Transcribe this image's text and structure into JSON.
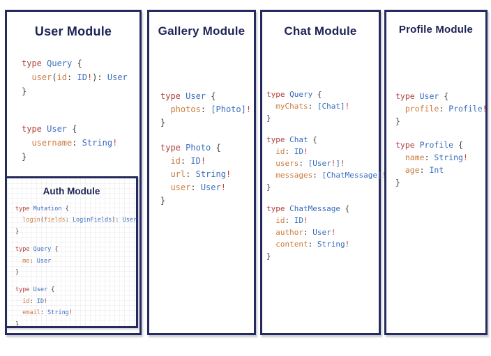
{
  "colors": {
    "background": "#ffffff",
    "border": "#252b5e",
    "title": "#1d2355",
    "keyword": "#b0413c",
    "type": "#3a6dbd",
    "field": "#ce7b3c",
    "punct": "#3d3d3d",
    "bang": "#c2392f"
  },
  "panels": [
    {
      "title": "User Module",
      "blocks": [
        [
          [
            [
              "kw",
              "type "
            ],
            [
              "ty",
              "Query "
            ],
            [
              "pn",
              "{"
            ]
          ],
          [
            [
              "pn",
              "  "
            ],
            [
              "fld",
              "user"
            ],
            [
              "pn",
              "("
            ],
            [
              "fld",
              "id"
            ],
            [
              "pn",
              ": "
            ],
            [
              "ty",
              "ID"
            ],
            [
              "bang",
              "!"
            ],
            [
              "pn",
              "): "
            ],
            [
              "ty",
              "User"
            ]
          ],
          [
            [
              "pn",
              "}"
            ]
          ]
        ],
        [
          [
            [
              "kw",
              "type "
            ],
            [
              "ty",
              "User "
            ],
            [
              "pn",
              "{"
            ]
          ],
          [
            [
              "pn",
              "  "
            ],
            [
              "fld",
              "username"
            ],
            [
              "pn",
              ": "
            ],
            [
              "ty",
              "String"
            ],
            [
              "bang",
              "!"
            ]
          ],
          [
            [
              "pn",
              "}"
            ]
          ]
        ]
      ],
      "nested": {
        "title": "Auth Module",
        "blocks": [
          [
            [
              [
                "kw",
                "type "
              ],
              [
                "ty",
                "Mutation "
              ],
              [
                "pn",
                "{"
              ]
            ],
            [
              [
                "pn",
                "  "
              ],
              [
                "fld",
                "login"
              ],
              [
                "pn",
                "("
              ],
              [
                "fld",
                "fields"
              ],
              [
                "pn",
                ": "
              ],
              [
                "ty",
                "LoginFields"
              ],
              [
                "pn",
                "): "
              ],
              [
                "ty",
                "User"
              ]
            ],
            [
              [
                "pn",
                "}"
              ]
            ]
          ],
          [
            [
              [
                "kw",
                "type "
              ],
              [
                "ty",
                "Query "
              ],
              [
                "pn",
                "{"
              ]
            ],
            [
              [
                "pn",
                "  "
              ],
              [
                "fld",
                "me"
              ],
              [
                "pn",
                ": "
              ],
              [
                "ty",
                "User"
              ]
            ],
            [
              [
                "pn",
                "}"
              ]
            ]
          ],
          [
            [
              [
                "kw",
                "type "
              ],
              [
                "ty",
                "User "
              ],
              [
                "pn",
                "{"
              ]
            ],
            [
              [
                "pn",
                "  "
              ],
              [
                "fld",
                "id"
              ],
              [
                "pn",
                ": "
              ],
              [
                "ty",
                "ID"
              ],
              [
                "bang",
                "!"
              ]
            ],
            [
              [
                "pn",
                "  "
              ],
              [
                "fld",
                "email"
              ],
              [
                "pn",
                ": "
              ],
              [
                "ty",
                "String"
              ],
              [
                "bang",
                "!"
              ]
            ],
            [
              [
                "pn",
                "}"
              ]
            ]
          ]
        ]
      }
    },
    {
      "title": "Gallery Module",
      "blocks": [
        [
          [
            [
              "kw",
              "type "
            ],
            [
              "ty",
              "User "
            ],
            [
              "pn",
              "{"
            ]
          ],
          [
            [
              "pn",
              "  "
            ],
            [
              "fld",
              "photos"
            ],
            [
              "pn",
              ": "
            ],
            [
              "ty",
              "[Photo]"
            ],
            [
              "bang",
              "!"
            ]
          ],
          [
            [
              "pn",
              "}"
            ]
          ]
        ],
        [
          [
            [
              "kw",
              "type "
            ],
            [
              "ty",
              "Photo "
            ],
            [
              "pn",
              "{"
            ]
          ],
          [
            [
              "pn",
              "  "
            ],
            [
              "fld",
              "id"
            ],
            [
              "pn",
              ": "
            ],
            [
              "ty",
              "ID"
            ],
            [
              "bang",
              "!"
            ]
          ],
          [
            [
              "pn",
              "  "
            ],
            [
              "fld",
              "url"
            ],
            [
              "pn",
              ": "
            ],
            [
              "ty",
              "String"
            ],
            [
              "bang",
              "!"
            ]
          ],
          [
            [
              "pn",
              "  "
            ],
            [
              "fld",
              "user"
            ],
            [
              "pn",
              ": "
            ],
            [
              "ty",
              "User"
            ],
            [
              "bang",
              "!"
            ]
          ],
          [
            [
              "pn",
              "}"
            ]
          ]
        ]
      ]
    },
    {
      "title": "Chat Module",
      "blocks": [
        [
          [
            [
              "kw",
              "type "
            ],
            [
              "ty",
              "Query "
            ],
            [
              "pn",
              "{"
            ]
          ],
          [
            [
              "pn",
              "  "
            ],
            [
              "fld",
              "myChats"
            ],
            [
              "pn",
              ": "
            ],
            [
              "ty",
              "[Chat]"
            ],
            [
              "bang",
              "!"
            ]
          ],
          [
            [
              "pn",
              "}"
            ]
          ]
        ],
        [
          [
            [
              "kw",
              "type "
            ],
            [
              "ty",
              "Chat "
            ],
            [
              "pn",
              "{"
            ]
          ],
          [
            [
              "pn",
              "  "
            ],
            [
              "fld",
              "id"
            ],
            [
              "pn",
              ": "
            ],
            [
              "ty",
              "ID"
            ],
            [
              "bang",
              "!"
            ]
          ],
          [
            [
              "pn",
              "  "
            ],
            [
              "fld",
              "users"
            ],
            [
              "pn",
              ": "
            ],
            [
              "ty",
              "[User"
            ],
            [
              "bang",
              "!"
            ],
            [
              "ty",
              "]"
            ],
            [
              "bang",
              "!"
            ]
          ],
          [
            [
              "pn",
              "  "
            ],
            [
              "fld",
              "messages"
            ],
            [
              "pn",
              ": "
            ],
            [
              "ty",
              "[ChatMessage]"
            ],
            [
              "bang",
              "!"
            ]
          ],
          [
            [
              "pn",
              "}"
            ]
          ]
        ],
        [
          [
            [
              "kw",
              "type "
            ],
            [
              "ty",
              "ChatMessage "
            ],
            [
              "pn",
              "{"
            ]
          ],
          [
            [
              "pn",
              "  "
            ],
            [
              "fld",
              "id"
            ],
            [
              "pn",
              ": "
            ],
            [
              "ty",
              "ID"
            ],
            [
              "bang",
              "!"
            ]
          ],
          [
            [
              "pn",
              "  "
            ],
            [
              "fld",
              "author"
            ],
            [
              "pn",
              ": "
            ],
            [
              "ty",
              "User"
            ],
            [
              "bang",
              "!"
            ]
          ],
          [
            [
              "pn",
              "  "
            ],
            [
              "fld",
              "content"
            ],
            [
              "pn",
              ": "
            ],
            [
              "ty",
              "String"
            ],
            [
              "bang",
              "!"
            ]
          ],
          [
            [
              "pn",
              "}"
            ]
          ]
        ]
      ]
    },
    {
      "title": "Profile Module",
      "blocks": [
        [
          [
            [
              "kw",
              "type "
            ],
            [
              "ty",
              "User "
            ],
            [
              "pn",
              "{"
            ]
          ],
          [
            [
              "pn",
              "  "
            ],
            [
              "fld",
              "profile"
            ],
            [
              "pn",
              ": "
            ],
            [
              "ty",
              "Profile"
            ],
            [
              "bang",
              "!"
            ]
          ],
          [
            [
              "pn",
              "}"
            ]
          ]
        ],
        [
          [
            [
              "kw",
              "type "
            ],
            [
              "ty",
              "Profile "
            ],
            [
              "pn",
              "{"
            ]
          ],
          [
            [
              "pn",
              "  "
            ],
            [
              "fld",
              "name"
            ],
            [
              "pn",
              ": "
            ],
            [
              "ty",
              "String"
            ],
            [
              "bang",
              "!"
            ]
          ],
          [
            [
              "pn",
              "  "
            ],
            [
              "fld",
              "age"
            ],
            [
              "pn",
              ": "
            ],
            [
              "ty",
              "Int"
            ]
          ],
          [
            [
              "pn",
              "}"
            ]
          ]
        ]
      ]
    }
  ]
}
